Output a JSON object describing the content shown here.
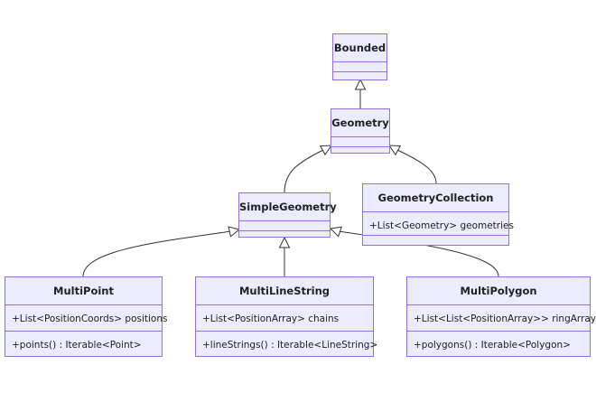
{
  "colors": {
    "box_fill": "#ececff",
    "box_stroke": "#9370db",
    "edge": "#333333",
    "text": "#222222"
  },
  "classes": {
    "bounded": {
      "name": "Bounded",
      "attributes": [],
      "methods": []
    },
    "geometry": {
      "name": "Geometry",
      "attributes": [],
      "methods": []
    },
    "simple_geometry": {
      "name": "SimpleGeometry",
      "attributes": [],
      "methods": []
    },
    "geometry_collection": {
      "name": "GeometryCollection",
      "attributes": [
        "+List<Geometry> geometries"
      ],
      "methods": []
    },
    "multi_point": {
      "name": "MultiPoint",
      "attributes": [
        "+List<PositionCoords> positions"
      ],
      "methods": [
        "+points() : Iterable<Point>"
      ]
    },
    "multi_line_string": {
      "name": "MultiLineString",
      "attributes": [
        "+List<PositionArray> chains"
      ],
      "methods": [
        "+lineStrings() : Iterable<LineString>"
      ]
    },
    "multi_polygon": {
      "name": "MultiPolygon",
      "attributes": [
        "+List<List<PositionArray>> ringArrays"
      ],
      "methods": [
        "+polygons() : Iterable<Polygon>"
      ]
    }
  },
  "relations": [
    {
      "from": "geometry",
      "to": "bounded",
      "type": "inheritance"
    },
    {
      "from": "simple_geometry",
      "to": "geometry",
      "type": "inheritance"
    },
    {
      "from": "geometry_collection",
      "to": "geometry",
      "type": "inheritance"
    },
    {
      "from": "multi_point",
      "to": "simple_geometry",
      "type": "inheritance"
    },
    {
      "from": "multi_line_string",
      "to": "simple_geometry",
      "type": "inheritance"
    },
    {
      "from": "multi_polygon",
      "to": "simple_geometry",
      "type": "inheritance"
    }
  ]
}
